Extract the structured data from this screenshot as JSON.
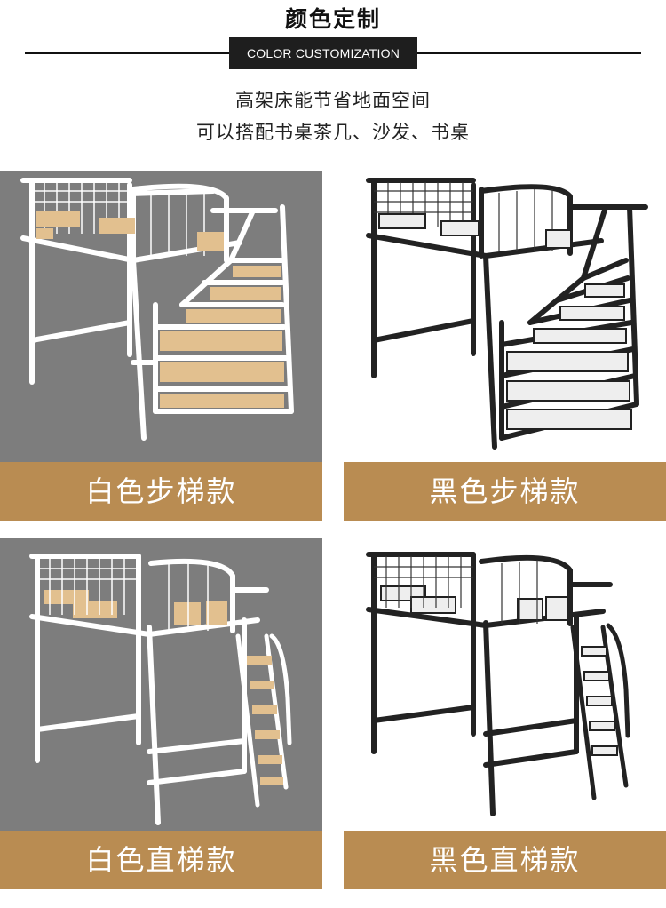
{
  "header": {
    "title": "颜色定制",
    "subtitle": "COLOR CUSTOMIZATION",
    "description_lines": [
      "高架床能节省地面空间",
      "可以搭配书桌茶几、沙发、书桌"
    ]
  },
  "products": [
    {
      "label": "白色步梯款",
      "frame_color": "white",
      "ladder": "stair"
    },
    {
      "label": "黑色步梯款",
      "frame_color": "black",
      "ladder": "stair"
    },
    {
      "label": "白色直梯款",
      "frame_color": "white",
      "ladder": "straight"
    },
    {
      "label": "黑色直梯款",
      "frame_color": "black",
      "ladder": "straight"
    }
  ],
  "colors": {
    "label_bg": "#b98c52",
    "white_card_bg": "#7d7d7d",
    "black_card_bg": "#ffffff",
    "wood": "#e2c08f",
    "marble": "#eeeeee"
  }
}
